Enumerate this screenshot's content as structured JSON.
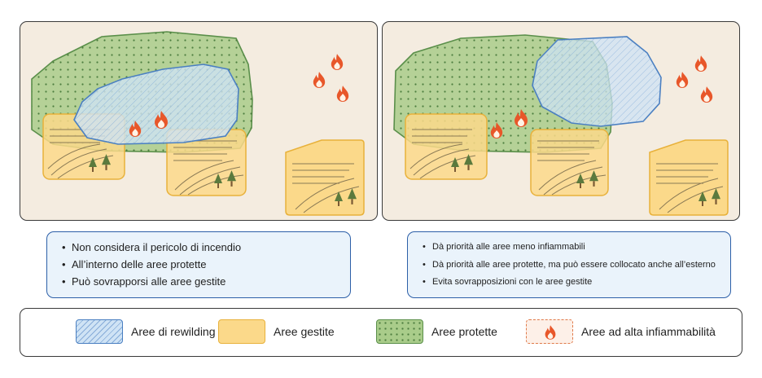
{
  "left_notes": [
    "Non considera il pericolo di incendio",
    "All’interno delle aree protette",
    "Può sovrapporsi alle aree gestite"
  ],
  "right_notes": [
    "Dà priorità alle aree meno infiammabili",
    "Dà priorità alle aree protette, ma può essere collocato anche all’esterno",
    "Evita sovrapposizioni con le aree gestite"
  ],
  "legend": {
    "rewilding": "Aree di rewilding",
    "managed": "Aree gestite",
    "protected": "Aree protette",
    "flammable": "Aree ad alta infiammabilità"
  },
  "colors": {
    "background": "#f4ece0",
    "protected": "#a9cc8a",
    "managed": "#fbd98a",
    "rewilding": "#cfe3f5",
    "fire": "#e8572a",
    "note_border": "#2c5fa8"
  },
  "icons": [
    "flame-icon",
    "tree-icon"
  ]
}
